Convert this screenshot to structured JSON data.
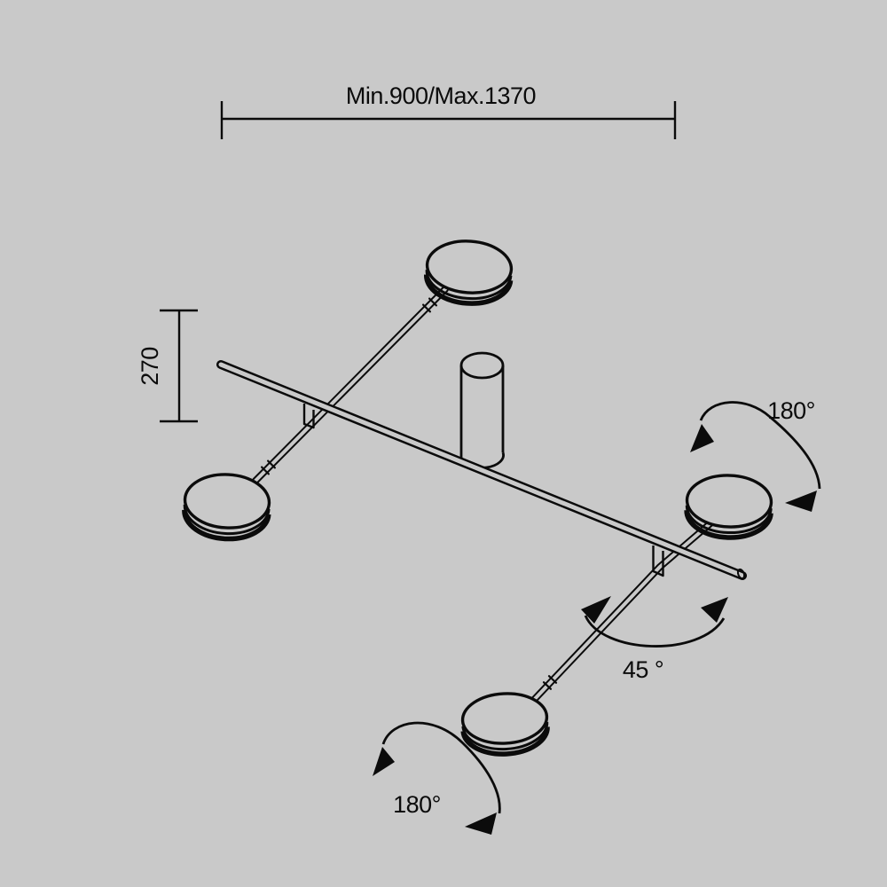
{
  "canvas": {
    "background_color": "#c9c9c9",
    "line_color": "#0b0b0b"
  },
  "labels": {
    "width_dimension": "Min.900/Max.1370",
    "height_dimension": "270",
    "rotation_head_right": "180°",
    "rotation_arm": "45 °",
    "rotation_head_bottom": "180°"
  }
}
